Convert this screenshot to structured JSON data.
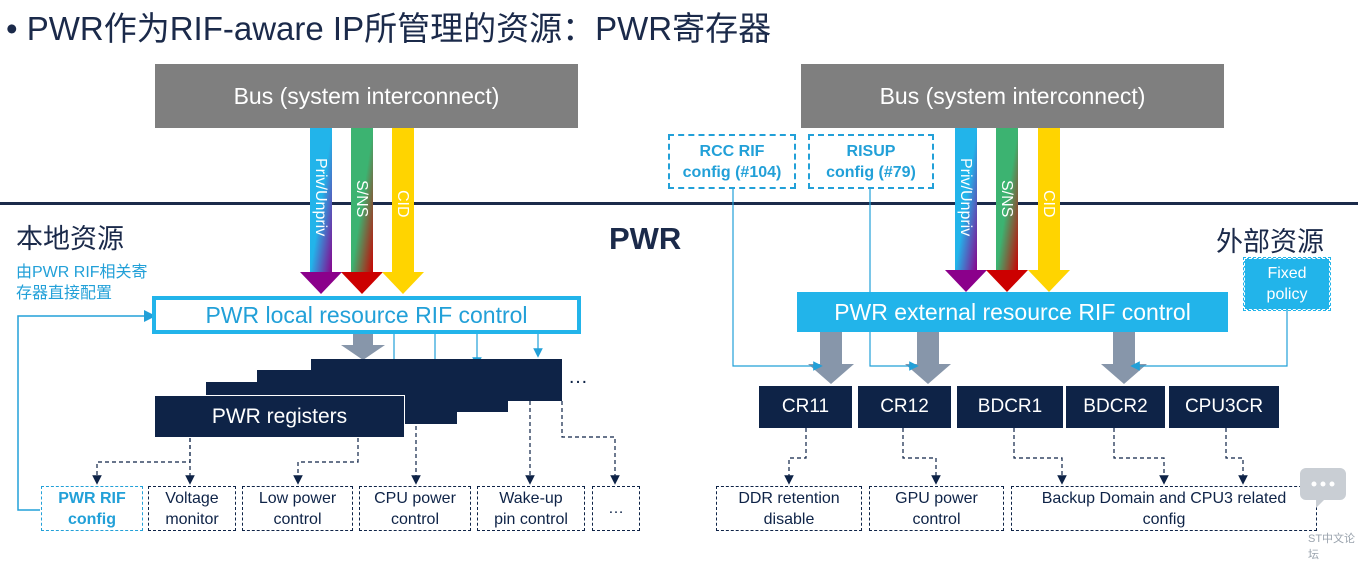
{
  "title": "• PWR作为RIF-aware IP所管理的资源：PWR寄存器",
  "bus_left": "Bus (system interconnect)",
  "bus_right": "Bus (system interconnect)",
  "signals": {
    "priv": "Priv/Unpriv",
    "sns": "S/NS",
    "cid": "CID"
  },
  "local_label": "本地资源",
  "external_label": "外部资源",
  "center_label": "PWR",
  "local_note_line1": "由PWR RIF相关寄",
  "local_note_line2": "存器直接配置",
  "rcc_config": {
    "line1": "RCC RIF",
    "line2": "config (#104)"
  },
  "risup_config": {
    "line1": "RISUP",
    "line2": "config (#79)"
  },
  "fixed_policy": {
    "line1": "Fixed",
    "line2": "policy"
  },
  "local_control": "PWR local resource RIF control",
  "external_control": "PWR external resource RIF control",
  "pwr_registers": "PWR registers",
  "stack_ellipsis": "…",
  "local_leaves": [
    {
      "line1": "PWR RIF",
      "line2": "config"
    },
    {
      "line1": "Voltage",
      "line2": "monitor"
    },
    {
      "line1": "Low power",
      "line2": "control"
    },
    {
      "line1": "CPU power",
      "line2": "control"
    },
    {
      "line1": "Wake-up",
      "line2": "pin control"
    },
    {
      "line1": "…",
      "line2": ""
    }
  ],
  "ext_registers": [
    "CR11",
    "CR12",
    "BDCR1",
    "BDCR2",
    "CPU3CR"
  ],
  "ext_leaves": [
    {
      "line1": "DDR retention",
      "line2": "disable"
    },
    {
      "line1": "GPU power",
      "line2": "control"
    },
    {
      "line1": "Backup Domain and CPU3 related",
      "line2": "config"
    }
  ],
  "watermark": "ST中文论坛",
  "colors": {
    "navy": "#0e2347",
    "cyan": "#22b4ea",
    "gray_bus": "#7f7f7f",
    "priv": "#22b4ea",
    "sns": "#3cb371",
    "cid": "#ffd400",
    "purple": "#8b008b",
    "red": "#cc0000"
  }
}
